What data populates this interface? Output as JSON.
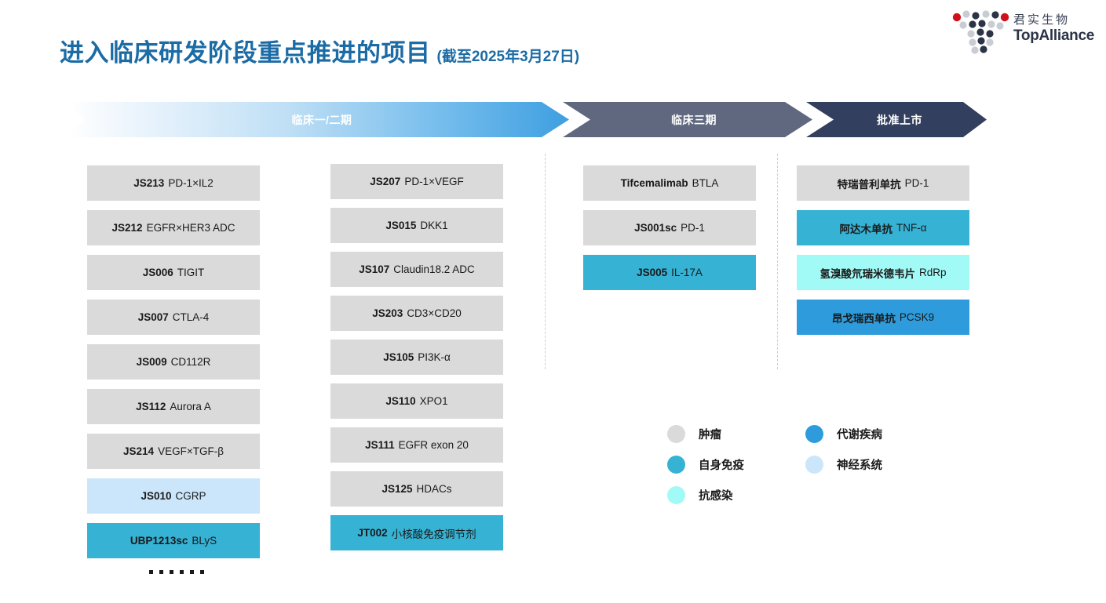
{
  "header": {
    "title_main": "进入临床研发阶段重点推进的项目",
    "title_sub": "(截至2025年3月27日)",
    "title_color": "#1B6BA5"
  },
  "logo": {
    "name": "topalliance-logo",
    "cn": "君实生物",
    "en": "TopAlliance"
  },
  "phases": [
    {
      "id": "phase-1-2",
      "label": "临床一/二期",
      "color": "#3E9FE0"
    },
    {
      "id": "phase-3",
      "label": "临床三期",
      "color": "#5F687F"
    },
    {
      "id": "approved",
      "label": "批准上市",
      "color": "#323F5E"
    }
  ],
  "legend": {
    "items": [
      {
        "label": "肿瘤",
        "color": "#DADADA",
        "key": "tumor"
      },
      {
        "label": "代谢疾病",
        "color": "#2E9CDC",
        "key": "metabolic"
      },
      {
        "label": "自身免疫",
        "color": "#35B2D4",
        "key": "autoimmune"
      },
      {
        "label": "神经系统",
        "color": "#CBE6FA",
        "key": "neuro"
      },
      {
        "label": "抗感染",
        "color": "#A2FAF6",
        "key": "infection"
      }
    ]
  },
  "ellipsis": "……",
  "columns": [
    {
      "id": "col-1",
      "phase": "临床一/二期",
      "cards": [
        {
          "code": "JS213",
          "target": "PD-1×IL2",
          "category": "tumor"
        },
        {
          "code": "JS212",
          "target": "EGFR×HER3 ADC",
          "category": "tumor"
        },
        {
          "code": "JS006",
          "target": "TIGIT",
          "category": "tumor"
        },
        {
          "code": "JS007",
          "target": "CTLA-4",
          "category": "tumor"
        },
        {
          "code": "JS009",
          "target": "CD112R",
          "category": "tumor"
        },
        {
          "code": "JS112",
          "target": "Aurora A",
          "category": "tumor"
        },
        {
          "code": "JS214",
          "target": "VEGF×TGF-β",
          "category": "tumor"
        },
        {
          "code": "JS010",
          "target": "CGRP",
          "category": "neuro"
        },
        {
          "code": "UBP1213sc",
          "target": "BLyS",
          "category": "autoimmune"
        }
      ]
    },
    {
      "id": "col-2",
      "phase": "临床一/二期",
      "cards": [
        {
          "code": "JS207",
          "target": "PD-1×VEGF",
          "category": "tumor"
        },
        {
          "code": "JS015",
          "target": "DKK1",
          "category": "tumor"
        },
        {
          "code": "JS107",
          "target": "Claudin18.2 ADC",
          "category": "tumor"
        },
        {
          "code": "JS203",
          "target": "CD3×CD20",
          "category": "tumor"
        },
        {
          "code": "JS105",
          "target": "PI3K-α",
          "category": "tumor"
        },
        {
          "code": "JS110",
          "target": "XPO1",
          "category": "tumor"
        },
        {
          "code": "JS111",
          "target": "EGFR exon 20",
          "category": "tumor"
        },
        {
          "code": "JS125",
          "target": "HDACs",
          "category": "tumor"
        },
        {
          "code": "JT002",
          "target": "小核酸免疫调节剂",
          "category": "autoimmune"
        }
      ]
    },
    {
      "id": "col-3",
      "phase": "临床三期",
      "cards": [
        {
          "code": "Tifcemalimab",
          "target": "BTLA",
          "category": "tumor"
        },
        {
          "code": "JS001sc",
          "target": "PD-1",
          "category": "tumor"
        },
        {
          "code": "JS005",
          "target": "IL-17A",
          "category": "autoimmune"
        }
      ]
    },
    {
      "id": "col-4",
      "phase": "批准上市",
      "cards": [
        {
          "code": "特瑞普利单抗",
          "target": "PD-1",
          "category": "tumor"
        },
        {
          "code": "阿达木单抗",
          "target": "TNF-α",
          "category": "autoimmune"
        },
        {
          "code": "氢溴酸氘瑞米德韦片",
          "target": "RdRp",
          "category": "infection"
        },
        {
          "code": "昂戈瑞西单抗",
          "target": "PCSK9",
          "category": "metabolic"
        }
      ]
    }
  ]
}
